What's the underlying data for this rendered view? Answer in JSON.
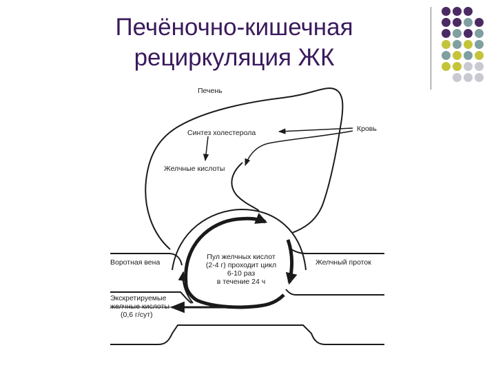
{
  "title": {
    "line1": "Печёночно-кишечная",
    "line2": "рециркуляция ЖК"
  },
  "colors": {
    "title": "#3a1a5c",
    "dots_purple": "#4b2a63",
    "dots_teal": "#7f9fa0",
    "dots_olive": "#c4c43a",
    "dots_gray": "#c9c9d2"
  },
  "diagram": {
    "liver": "Печень",
    "cholesterol_synthesis": "Синтез холестерола",
    "blood": "Кровь",
    "bile_acids": "Желчные кислоты",
    "portal_vein": "Воротная вена",
    "bile_duct": "Желчный проток",
    "pool": {
      "line1": "Пул желчных кислот",
      "line2": "(2-4 г) проходит цикл",
      "line3": "6-10 раз",
      "line4": "в течение 24 ч"
    },
    "excreted": {
      "line1": "Экскретируемые",
      "line2": "желчные кислоты",
      "line3": "(0,6 г/сут)"
    }
  }
}
